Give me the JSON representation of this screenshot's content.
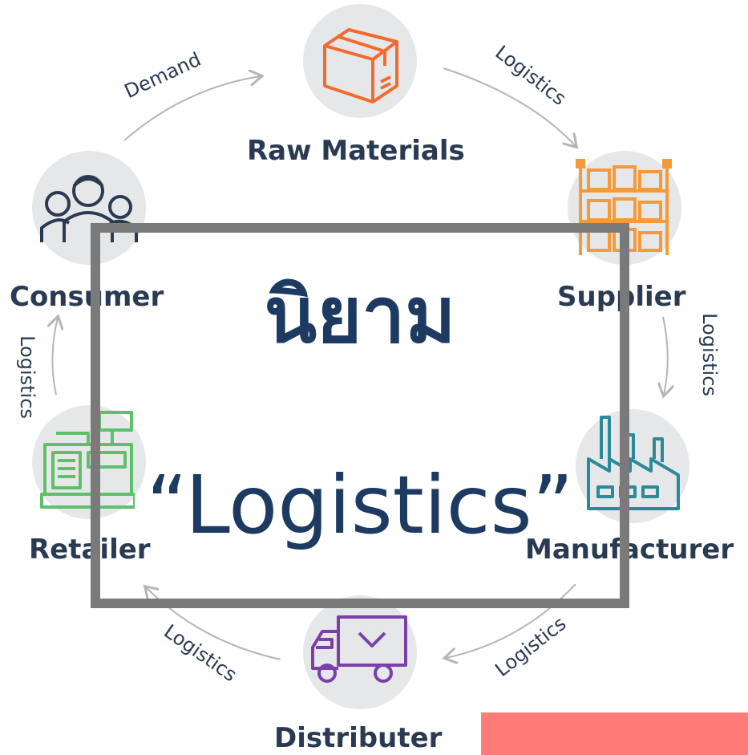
{
  "nodes": {
    "raw_materials": "Raw Materials",
    "supplier": "Supplier",
    "manufacturer": "Manufacturer",
    "distributer": "Distributer",
    "retailer": "Retailer",
    "consumer": "Consumer"
  },
  "edges": {
    "demand": "Demand",
    "raw_to_supplier": "Logistics",
    "supplier_to_manufacturer": "Logistics",
    "manufacturer_to_distributer": "Logistics",
    "distributer_to_retailer": "Logistics",
    "retailer_to_consumer": "Logistics"
  },
  "overlay": {
    "title_thai": "นิยาม",
    "title_en": "“Logistics”"
  },
  "icons": {
    "raw_materials": "box-icon",
    "supplier": "warehouse-shelf-icon",
    "manufacturer": "factory-icon",
    "distributer": "delivery-truck-icon",
    "retailer": "cash-register-icon",
    "consumer": "people-group-icon"
  },
  "colors": {
    "label": "#2a3a52",
    "raw_materials": "#f26a2e",
    "supplier": "#f59a3a",
    "manufacturer": "#2a8a99",
    "distributer": "#7a3fa8",
    "retailer": "#5ec06b",
    "consumer": "#2a3a52",
    "overlay_border": "#7a7a7a",
    "overlay_text": "#1d3a63",
    "accent_block": "#ff7b78"
  }
}
